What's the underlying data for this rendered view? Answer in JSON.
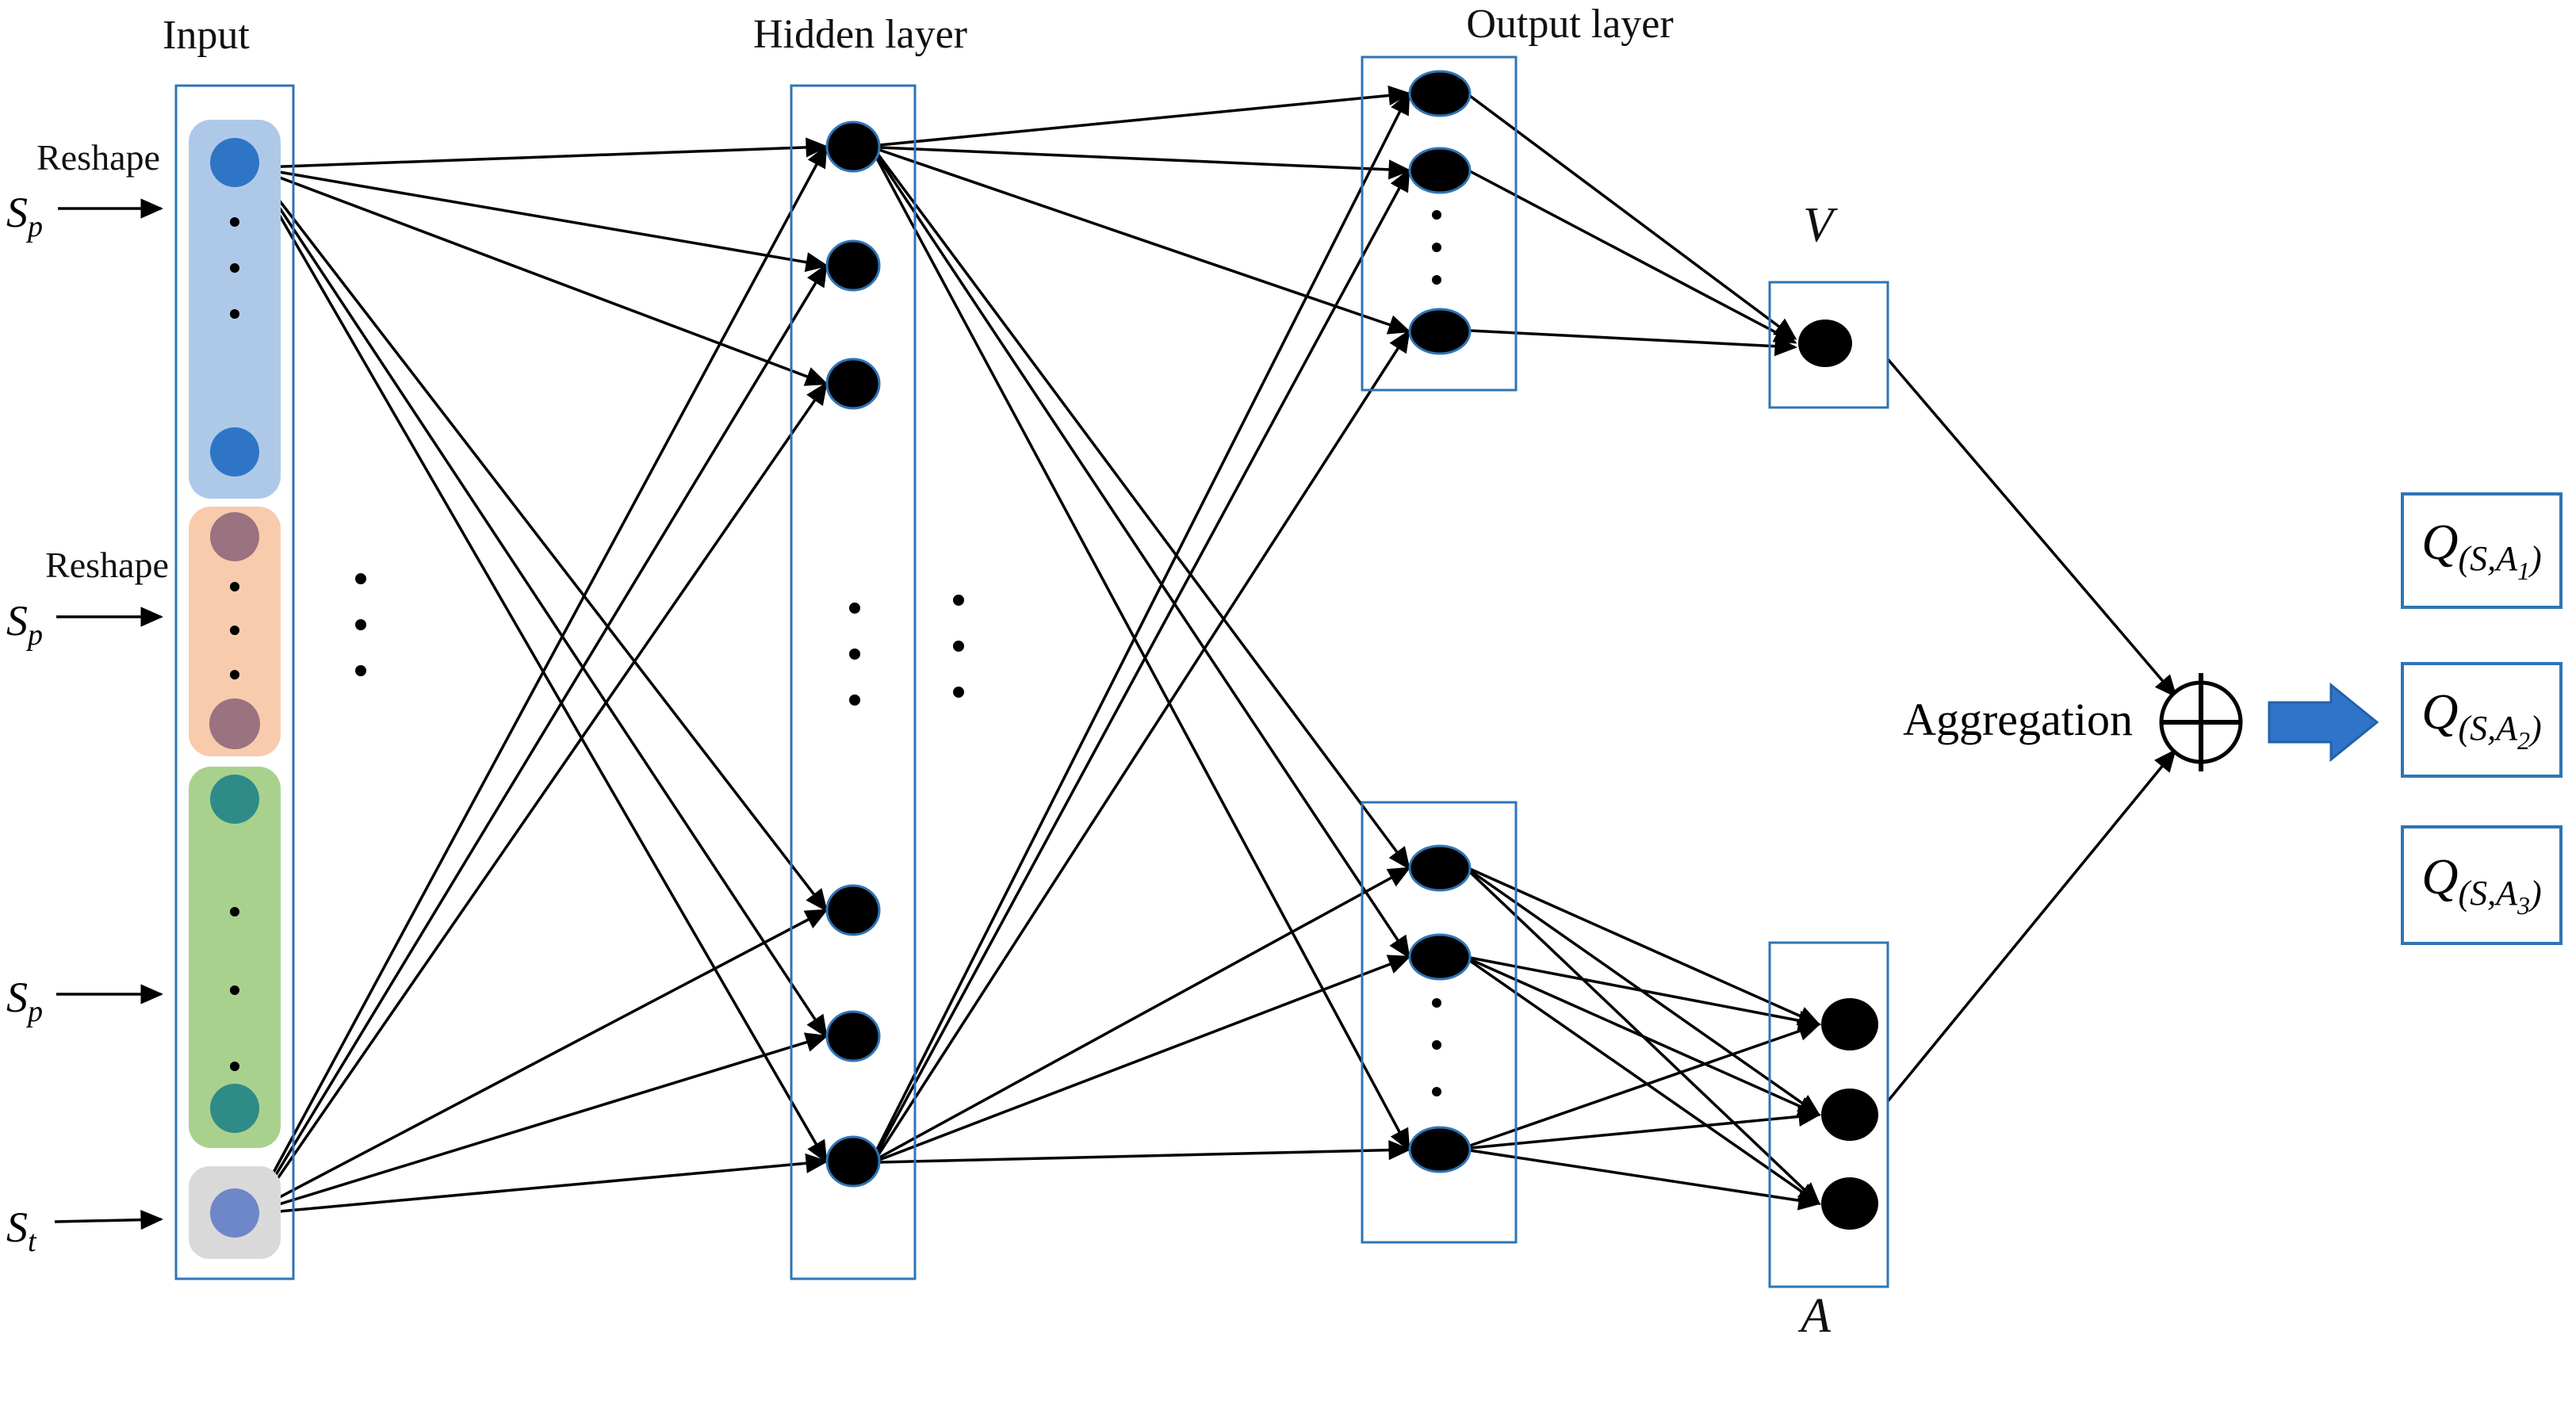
{
  "diagram": {
    "titles": {
      "input": "Input",
      "hidden": "Hidden layer",
      "output": "Output layer"
    },
    "input_panel": {
      "reshape_labels": [
        "Reshape",
        "Reshape"
      ],
      "state_inputs": [
        {
          "base": "S",
          "sub": "p"
        },
        {
          "base": "S",
          "sub": "p"
        },
        {
          "base": "S",
          "sub": "p"
        },
        {
          "base": "S",
          "sub": "t"
        }
      ]
    },
    "value_stream_label": "V",
    "advantage_stream_label": "A",
    "aggregation_label": "Aggregation",
    "q_values": [
      {
        "main": "Q",
        "open": "(",
        "state": "S",
        "comma": ",",
        "action": "A",
        "index": "1",
        "close": ")"
      },
      {
        "main": "Q",
        "open": "(",
        "state": "S",
        "comma": ",",
        "action": "A",
        "index": "2",
        "close": ")"
      },
      {
        "main": "Q",
        "open": "(",
        "state": "S",
        "comma": ",",
        "action": "A",
        "index": "3",
        "close": ")"
      }
    ],
    "icons": {
      "aggregation_operator": "circled-plus-icon",
      "output_arrow": "right-block-arrow-icon"
    },
    "colors": {
      "accent": "#2E75B6",
      "line": "#000000",
      "input_blue_bg": "#AEC9E8",
      "input_blue_node": "#2E75C6",
      "input_orange_bg": "#F8CBAD",
      "input_orange_node": "#9A7280",
      "input_green_bg": "#A9D18E",
      "input_green_node": "#2E8B88",
      "input_gray_bg": "#D9D9D9",
      "input_gray_node": "#6E87C8",
      "arrow_fill": "#2E74C9",
      "arrow_stroke": "#2361A8"
    }
  }
}
